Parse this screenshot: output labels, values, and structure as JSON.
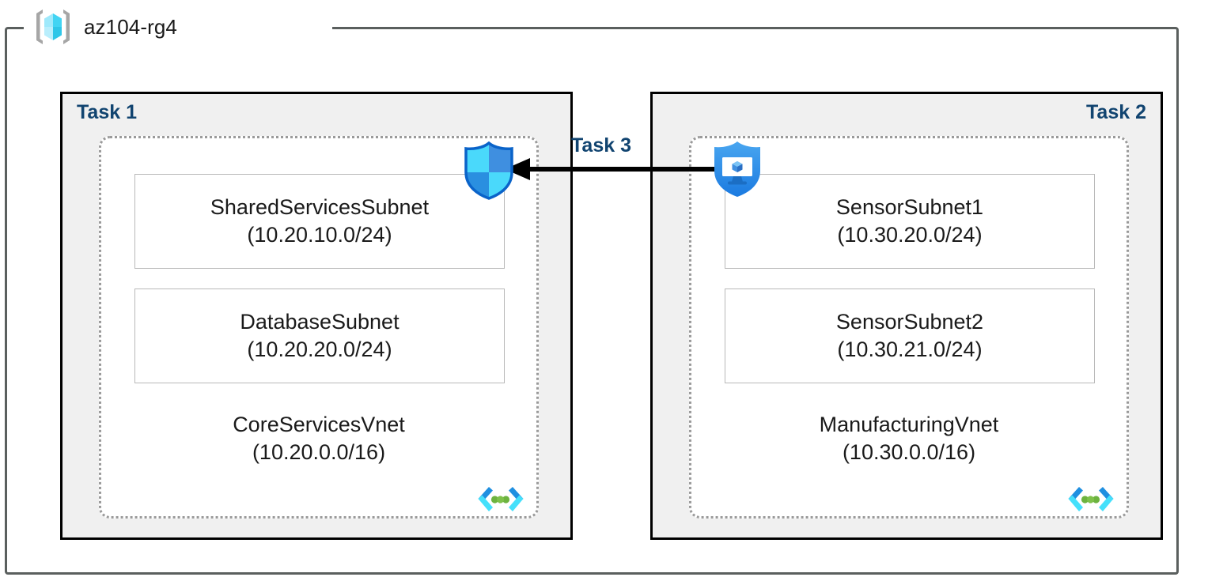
{
  "resource_group": {
    "name": "az104-rg4",
    "icon": "resource-group-cube-icon"
  },
  "tasks": [
    {
      "id": "task1",
      "label": "Task 1",
      "label_align": "left",
      "vnet": {
        "name": "CoreServicesVnet",
        "cidr": "(10.20.0.0/16)",
        "icon": "virtual-network-icon",
        "subnets": [
          {
            "name": "SharedServicesSubnet",
            "cidr": "(10.20.10.0/24)"
          },
          {
            "name": "DatabaseSubnet",
            "cidr": "(10.20.20.0/24)"
          }
        ]
      }
    },
    {
      "id": "task2",
      "label": "Task 2",
      "label_align": "right",
      "vnet": {
        "name": "ManufacturingVnet",
        "cidr": "(10.30.0.0/16)",
        "icon": "virtual-network-icon",
        "subnets": [
          {
            "name": "SensorSubnet1",
            "cidr": "(10.30.20.0/24)"
          },
          {
            "name": "SensorSubnet2",
            "cidr": "(10.30.21.0/24)"
          }
        ]
      }
    }
  ],
  "connection": {
    "label": "Task 3",
    "direction": "right-to-left",
    "source_icon": "bastion-shield-icon",
    "target_icon": "firewall-shield-icon"
  },
  "colors": {
    "task_label": "#114470",
    "frame_border": "#5a5f5e",
    "task_box_border": "#000000",
    "task_box_fill": "#f0f0f0",
    "vnet_dotted_border": "#9a9a9a",
    "subnet_border": "#b8b8b8",
    "arrow": "#000000",
    "icon_cyan": "#45e0fb",
    "icon_blue": "#0078d4",
    "icon_green": "#6cb33f",
    "text": "#1a1a1a"
  }
}
